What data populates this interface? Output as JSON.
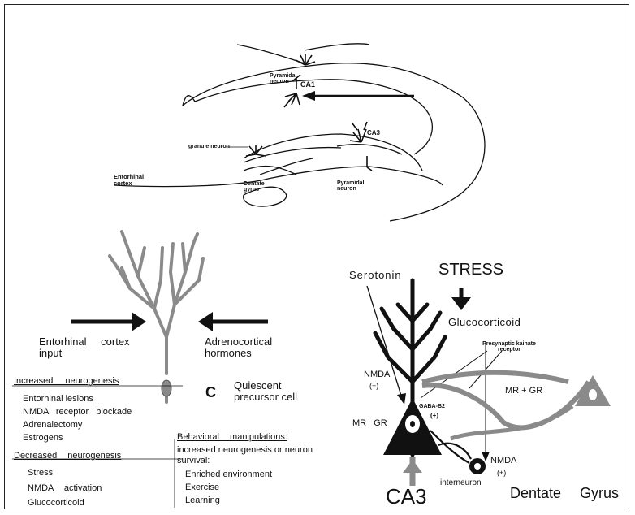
{
  "hippocampus": {
    "pyramidal_neuron_top": "Pyramidal neuron",
    "ca1": "CA1",
    "ca3": "CA3",
    "granule_neuron": "granule neuron",
    "entorhinal_cortex": "Entorhinal cortex",
    "dentate_gyrus_small": "Dentate gyrus",
    "pyramidal_neuron_bottom": "Pyramidal neuron"
  },
  "left_panel": {
    "entorhinal_input": "Entorhinal cortex input",
    "adrenocortical_hormones": "Adrenocortical hormones",
    "quiescent_precursor": "Quiescent precursor cell",
    "quiescent_symbol": "C",
    "increased_heading": "Increased neurogenesis",
    "increased_items": [
      "Entorhinal lesions",
      "NMDA receptor blockade",
      "Adrenalectomy",
      "Estrogens"
    ],
    "decreased_heading": "Decreased neurogenesis",
    "decreased_items": [
      "Stress",
      "NMDA activation",
      "Glucocorticoid"
    ],
    "behavior_heading": "Behavioral manipulations:",
    "behavior_subtitle": "increased neurogenesis or neuron survival:",
    "behavior_items": [
      "Enriched environment",
      "Exercise",
      "Learning"
    ]
  },
  "right_panel": {
    "serotonin": "Serotonin",
    "stress": "STRESS",
    "glucocorticoid": "Glucocorticoid",
    "presynaptic_kainate": "Presynaptic kainate receptor",
    "nmda_top": "NMDA",
    "nmda_top_sign": "(+)",
    "gaba_b2": "GABA-B2",
    "gaba_sign": "(+)",
    "mr_gr": "MR GR",
    "mr_gr_plus": "MR + GR",
    "nmda_bottom": "NMDA",
    "nmda_bottom_sign": "(+)",
    "interneuron": "interneuron",
    "ca3_label": "CA3",
    "dentate_gyrus": "Dentate Gyrus"
  },
  "colors": {
    "ink": "#111111",
    "gray": "#8a8a8a",
    "frame": "#222222"
  }
}
